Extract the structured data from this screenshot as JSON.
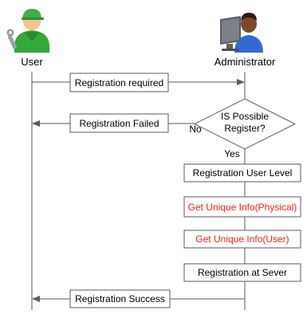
{
  "actors": {
    "user": "User",
    "administrator": "Administrator"
  },
  "messages": {
    "registration_required": "Registration required",
    "registration_failed": "Registration Failed",
    "registration_success": "Registration Success"
  },
  "decision": {
    "line1": "IS Possible",
    "line2": "Register?",
    "no_label": "No",
    "yes_label": "Yes"
  },
  "steps": {
    "user_level": "Registration User Level",
    "unique_physical": "Get Unique Info(Physical)",
    "unique_user": "Get Unique Info(User)",
    "at_server": "Registration at Sever"
  },
  "icons": {
    "user": "mechanic-person-icon",
    "administrator": "admin-computer-person-icon"
  },
  "colors": {
    "line": "#5b5b5b",
    "text": "#000000",
    "highlight_text": "#ff2020"
  }
}
